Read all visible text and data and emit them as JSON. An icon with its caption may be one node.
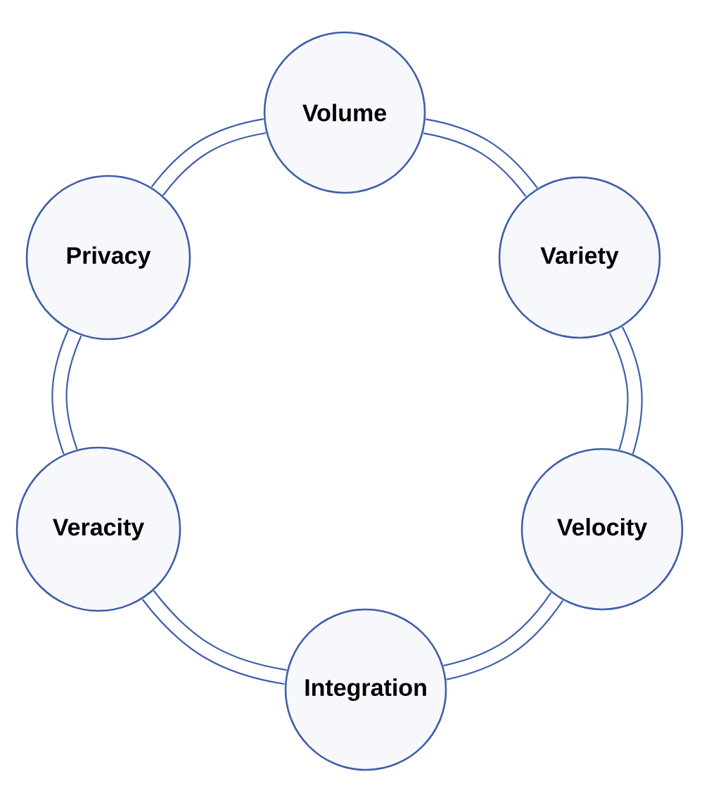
{
  "diagram": {
    "nodes": [
      {
        "text": [
          "Volume"
        ]
      },
      {
        "text": [
          "Variety"
        ]
      },
      {
        "text": [
          "Velocity"
        ]
      },
      {
        "text": [
          "Integration"
        ]
      },
      {
        "text": [
          "Veracity"
        ]
      },
      {
        "text": [
          "Privacy"
        ]
      }
    ],
    "edges": [
      {
        "from": 0,
        "to": 1,
        "arrow": "none"
      },
      {
        "from": 1,
        "to": 2,
        "arrow": "none"
      },
      {
        "from": 2,
        "to": 3,
        "arrow": "none"
      },
      {
        "from": 3,
        "to": 4,
        "arrow": "none"
      },
      {
        "from": 4,
        "to": 5,
        "arrow": "none"
      },
      {
        "from": 5,
        "to": 0,
        "arrow": "none"
      }
    ]
  }
}
